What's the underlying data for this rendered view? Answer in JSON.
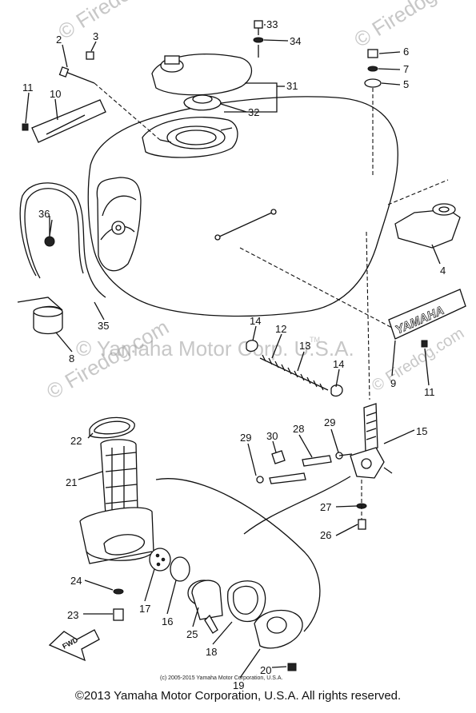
{
  "callouts": [
    {
      "id": "p2",
      "text": "2"
    },
    {
      "id": "p3",
      "text": "3"
    },
    {
      "id": "p11a",
      "text": "11"
    },
    {
      "id": "p10",
      "text": "10"
    },
    {
      "id": "p33",
      "text": "33"
    },
    {
      "id": "p34",
      "text": "34"
    },
    {
      "id": "p31",
      "text": "31"
    },
    {
      "id": "p32",
      "text": "32"
    },
    {
      "id": "p6",
      "text": "6"
    },
    {
      "id": "p7",
      "text": "7"
    },
    {
      "id": "p5",
      "text": "5"
    },
    {
      "id": "p36",
      "text": "36"
    },
    {
      "id": "p4",
      "text": "4"
    },
    {
      "id": "p35",
      "text": "35"
    },
    {
      "id": "p8",
      "text": "8"
    },
    {
      "id": "p14a",
      "text": "14"
    },
    {
      "id": "p12",
      "text": "12"
    },
    {
      "id": "p13",
      "text": "13"
    },
    {
      "id": "p14b",
      "text": "14"
    },
    {
      "id": "p9",
      "text": "9"
    },
    {
      "id": "p11b",
      "text": "11"
    },
    {
      "id": "p22",
      "text": "22"
    },
    {
      "id": "p29a",
      "text": "29"
    },
    {
      "id": "p30",
      "text": "30"
    },
    {
      "id": "p28",
      "text": "28"
    },
    {
      "id": "p29b",
      "text": "29"
    },
    {
      "id": "p15",
      "text": "15"
    },
    {
      "id": "p21",
      "text": "21"
    },
    {
      "id": "p27",
      "text": "27"
    },
    {
      "id": "p26",
      "text": "26"
    },
    {
      "id": "p24",
      "text": "24"
    },
    {
      "id": "p17",
      "text": "17"
    },
    {
      "id": "p16",
      "text": "16"
    },
    {
      "id": "p25",
      "text": "25"
    },
    {
      "id": "p23",
      "text": "23"
    },
    {
      "id": "p18",
      "text": "18"
    },
    {
      "id": "p19",
      "text": "19"
    },
    {
      "id": "p20",
      "text": "20"
    }
  ],
  "watermarks": {
    "firedog_tl": "© Firedog.com",
    "firedog_tr": "© Firedog.com",
    "firedog_mid": "© Firedog.com",
    "firedog_right": "© Firedog.com",
    "yamaha": "© Yamaha Motor Corp. U.S.A.",
    "tm": "TM"
  },
  "labels": {
    "emblem": "YAMAHA",
    "fwd": "FWD"
  },
  "small_copyright": "(c) 2005-2015 Yamaha Motor Corporation, U.S.A.",
  "footer": "©2013 Yamaha Motor Corporation, U.S.A. All rights reserved."
}
